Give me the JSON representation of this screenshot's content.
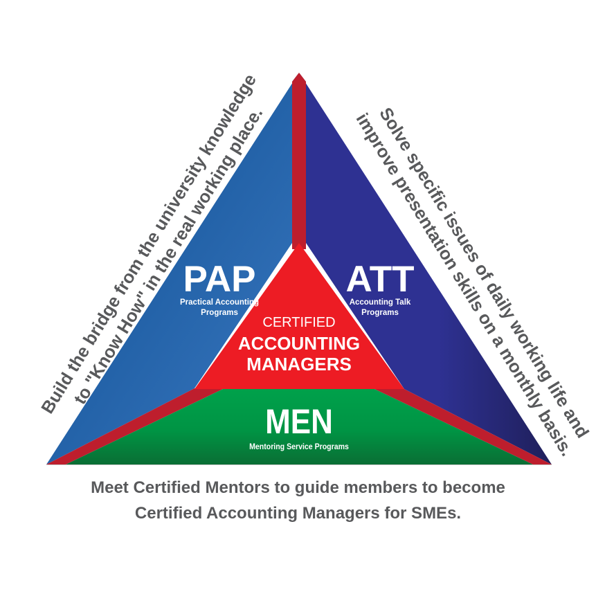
{
  "diagram": {
    "colors": {
      "pap_blue_light": "#3472bb",
      "pap_blue_dark": "#0d4d91",
      "att_navy_light": "#2e3192",
      "att_navy_dark": "#1f1f5c",
      "center_red": "#ed1c24",
      "band_red": "#be1e2d",
      "men_green_light": "#00a14b",
      "men_green_dark": "#0b7a3a",
      "text_gray": "#58595b",
      "text_white": "#ffffff"
    },
    "segments": {
      "pap": {
        "title": "PAP",
        "subtitle_line1": "Practical Accounting",
        "subtitle_line2": "Programs"
      },
      "att": {
        "title": "ATT",
        "subtitle_line1": "Accounting Talk",
        "subtitle_line2": "Programs"
      },
      "men": {
        "title": "MEN",
        "subtitle": "Mentoring Service Programs"
      },
      "center": {
        "line1": "CERTIFIED",
        "line2": "ACCOUNTING",
        "line3": "MANAGERS"
      }
    },
    "side_texts": {
      "left_line1": "Build the bridge from the university knowledge",
      "left_line2": "to \"Know How\" in the real working place.",
      "right_line1": "Solve specific issues of daily working life and",
      "right_line2": "improve presentation skills on a monthly basis."
    },
    "caption": {
      "line1": "Meet Certified Mentors to guide members to become",
      "line2": "Certified Accounting Managers for SMEs."
    }
  }
}
